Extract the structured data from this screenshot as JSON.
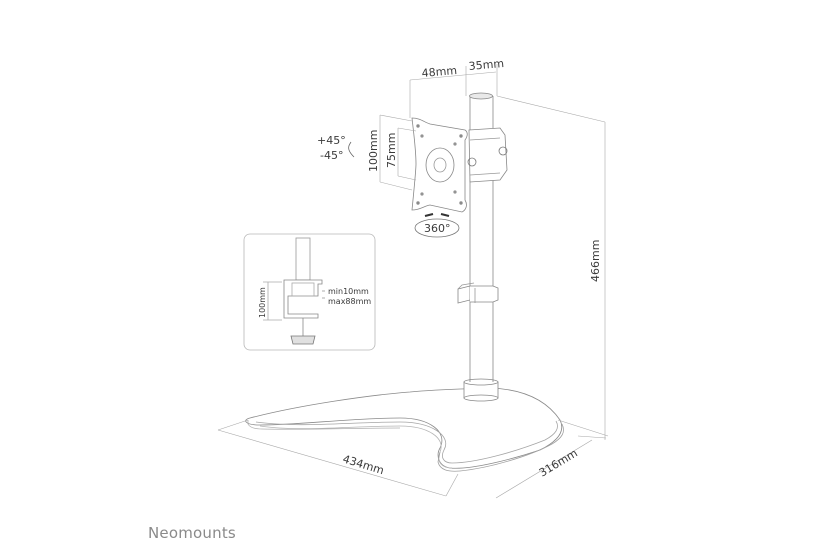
{
  "brand": {
    "name": "Neomounts"
  },
  "dimensions": {
    "width_offset": "48mm",
    "pole_diameter": "35mm",
    "vesa_outer": "100mm",
    "vesa_inner": "75mm",
    "tilt_up": "+45°",
    "tilt_down": "-45°",
    "rotation": "360°",
    "height": "466mm",
    "base_width": "434mm",
    "base_depth": "316mm"
  },
  "inset": {
    "clamp_height": "100mm",
    "desk_min": "min10mm",
    "desk_max": "max88mm"
  },
  "colors": {
    "line": "#9a9a9a",
    "dark_line": "#6e6e6e",
    "text": "#3a3a3a",
    "brand": "#8a8a8a"
  }
}
